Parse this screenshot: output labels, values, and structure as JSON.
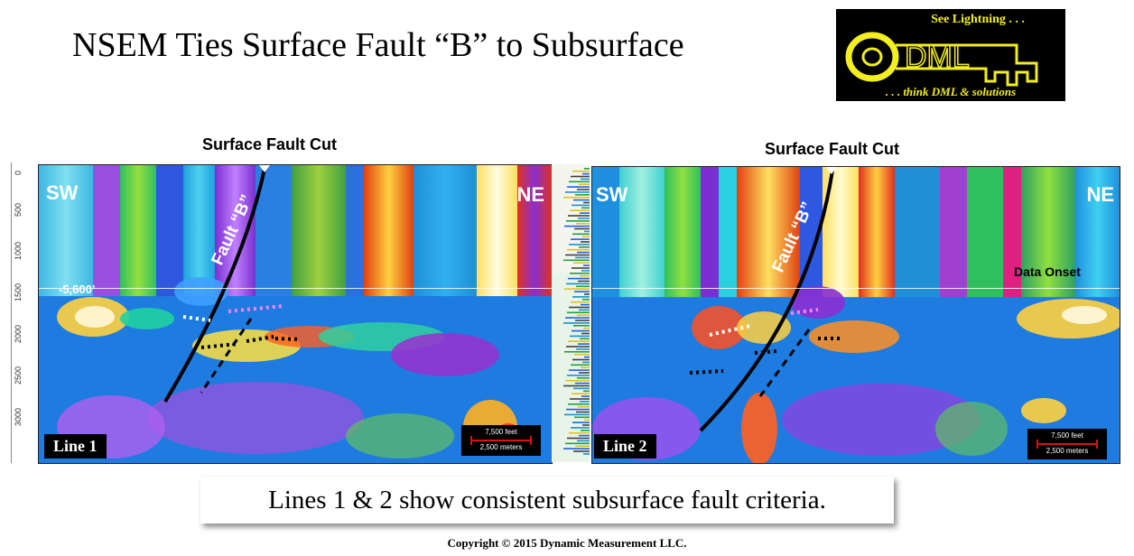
{
  "title": "NSEM Ties Surface Fault “B” to Subsurface",
  "logo": {
    "tagline_top": "See Lightning . . .",
    "wordmark": "DML",
    "tagline_bottom": ". . . think DML & solutions"
  },
  "panels": [
    {
      "heading": "Surface Fault Cut",
      "sw": "SW",
      "ne": "NE",
      "fault_label": "Fault “B”",
      "line_label": "Line 1",
      "depth_marker": "-5,600’",
      "scale_feet": "7,500 feet",
      "scale_meters": "2,500 meters"
    },
    {
      "heading": "Surface Fault Cut",
      "sw": "SW",
      "ne": "NE",
      "fault_label": "Fault “B”",
      "line_label": "Line 2",
      "onset_label": "Data Onset",
      "scale_feet": "7,500 feet",
      "scale_meters": "2,500 meters"
    }
  ],
  "depth_ticks": [
    "0",
    "500",
    "1000",
    "1500",
    "2000",
    "2500",
    "3000"
  ],
  "caption": "Lines 1 & 2 show consistent subsurface fault criteria.",
  "copyright": "Copyright  © 2015 Dynamic Measurement LLC.",
  "colors": {
    "logo_yellow": "#f2ee20",
    "fault_line": "#000000",
    "marker_white": "#ffffff"
  }
}
